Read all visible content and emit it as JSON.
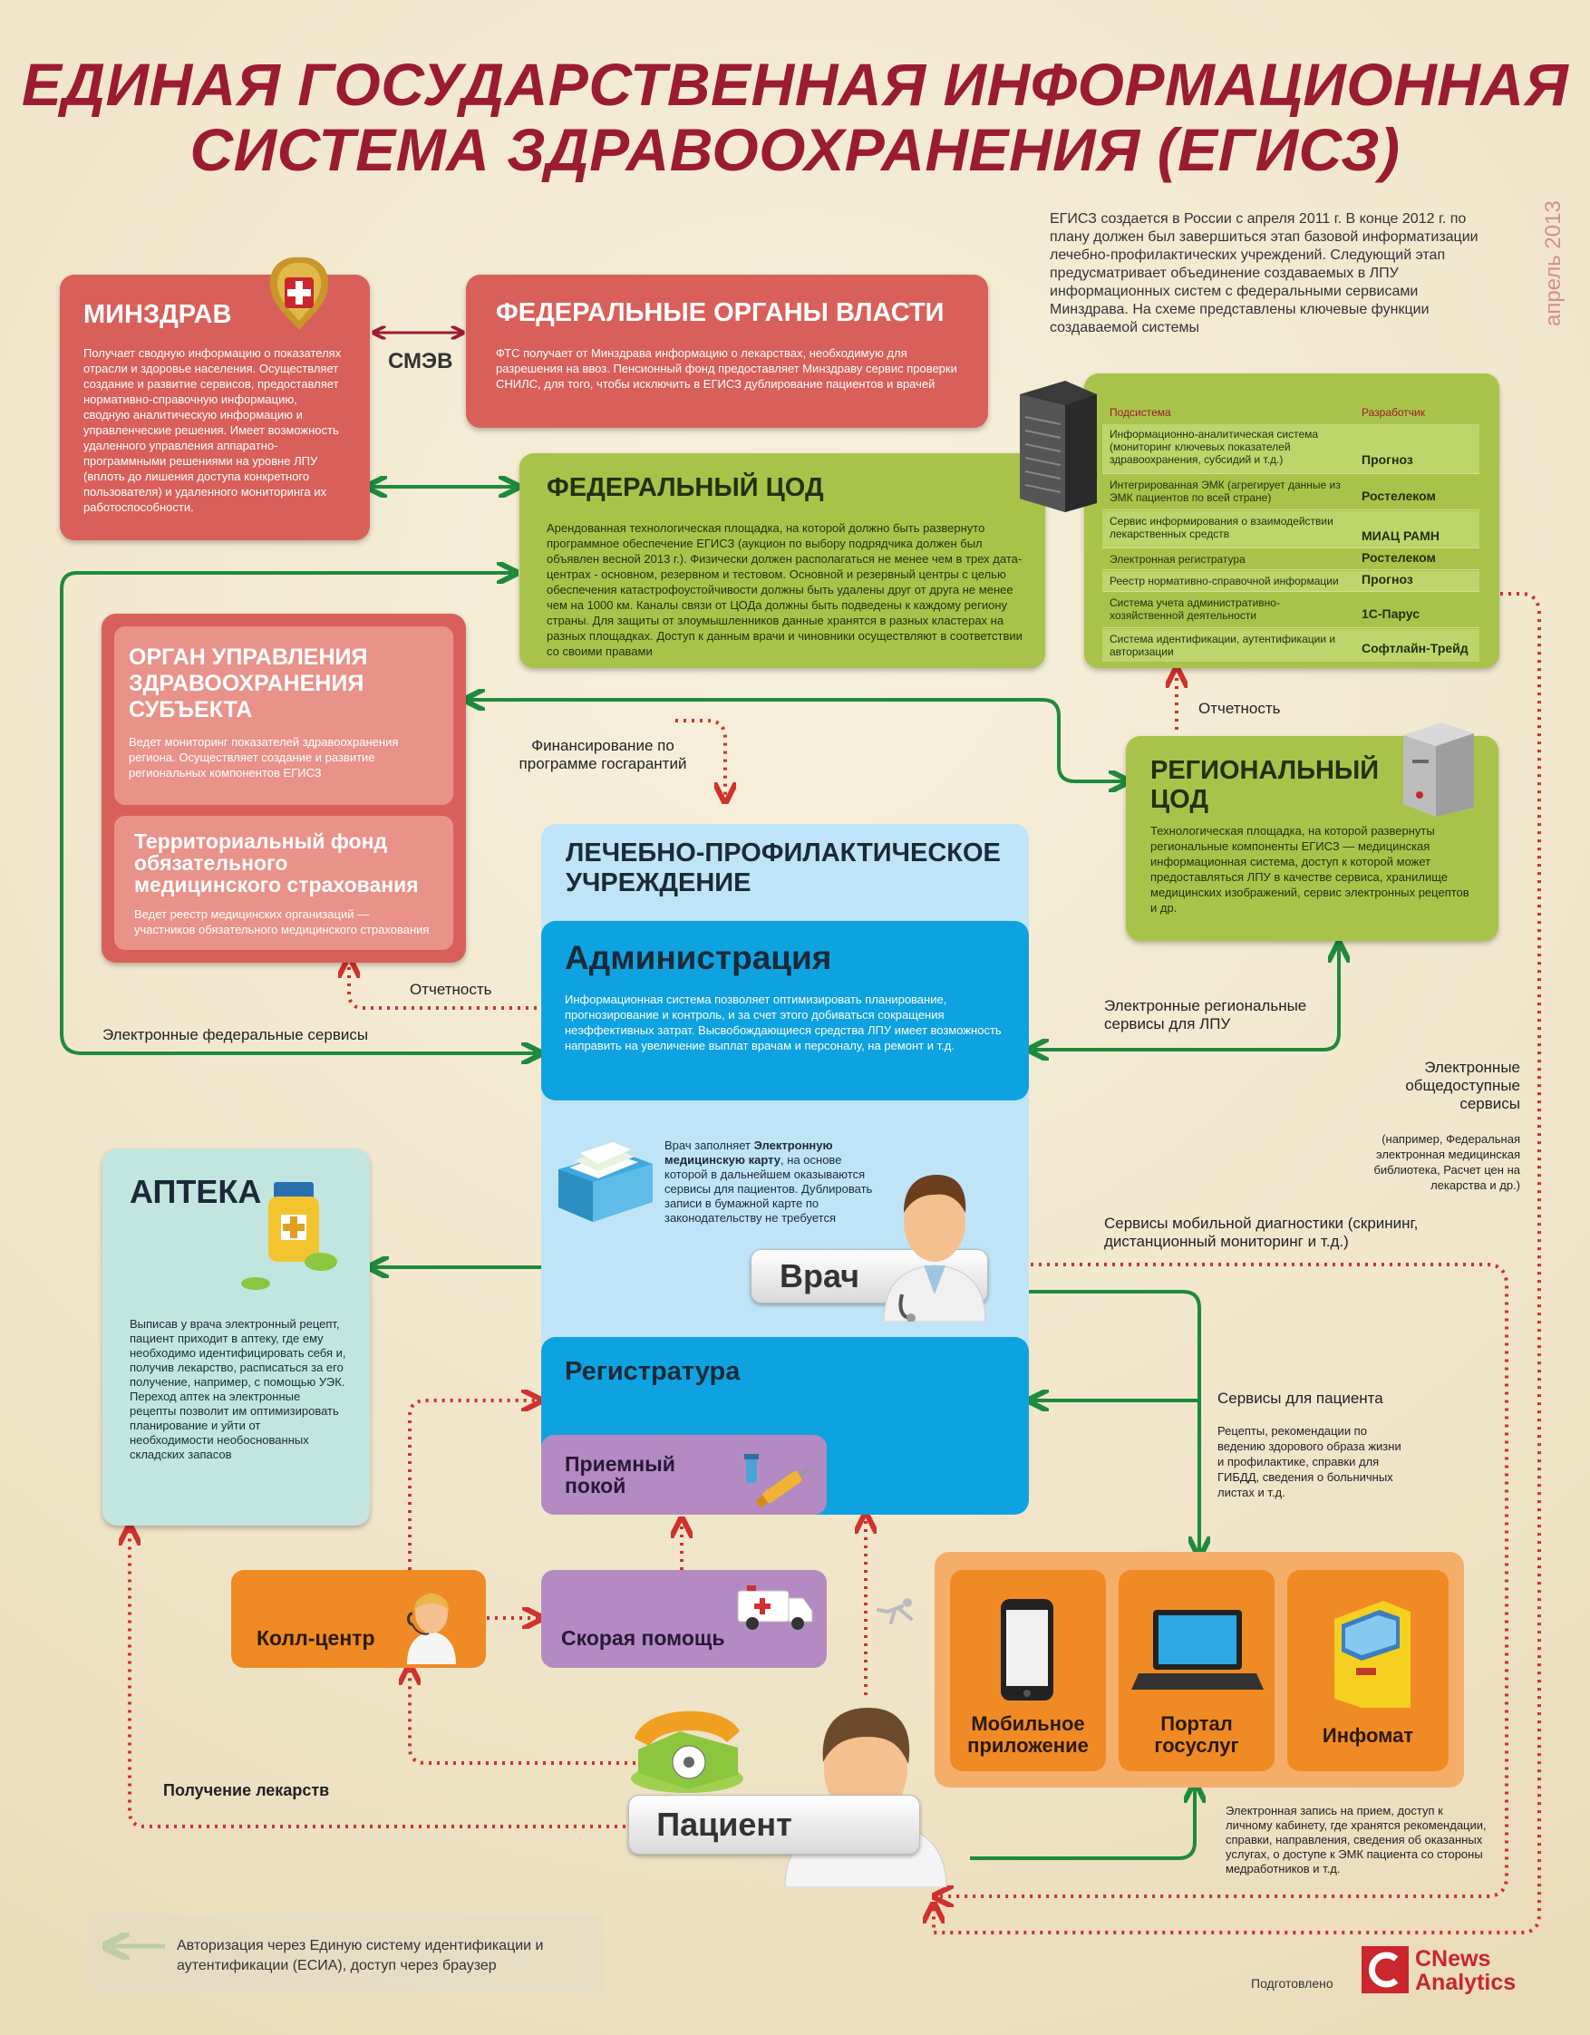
{
  "title": {
    "line1": "ЕДИНАЯ ГОСУДАРСТВЕННАЯ ИНФОРМАЦИОННАЯ",
    "line2": "СИСТЕМА ЗДРАВООХРАНЕНИЯ (ЕГИСЗ)"
  },
  "date": "апрель 2013",
  "intro": "ЕГИСЗ создается в России с апреля 2011 г. В конце 2012 г. по плану должен был завершиться этап базовой информатизации лечебно-профилактических учреждений. Следующий этап предусматривает объединение создаваемых в ЛПУ информационных систем с федеральными сервисами Минздрава. На схеме представлены ключевые функции создаваемой системы",
  "minzdrav": {
    "title": "МИНЗДРАВ",
    "text": "Получает сводную информацию о показателях отрасли и здоровье населения. Осуществляет создание и развитие сервисов, предоставляет нормативно-справочную информацию, сводную аналитическую информацию и управленческие решения. Имеет возможность удаленного управления аппаратно-программными решениями на уровне ЛПУ (вплоть до лишения доступа конкретного пользователя) и удаленного мониторинга их работоспособности."
  },
  "smev": "СМЭВ",
  "federal_authorities": {
    "title": "ФЕДЕРАЛЬНЫЕ ОРГАНЫ ВЛАСТИ",
    "text": "ФТС получает от Минздрава информацию о лекарствах, необходимую для разрешения на ввоз. Пенсионный фонд предоставляет Минздраву сервис проверки СНИЛС, для того, чтобы исключить в ЕГИСЗ дублирование пациентов и врачей"
  },
  "federal_cod": {
    "title": "ФЕДЕРАЛЬНЫЙ ЦОД",
    "text": "Арендованная технологическая площадка, на которой должно быть развернуто программное обеспечение ЕГИСЗ (аукцион по выбору подрядчика должен был объявлен весной 2013 г.). Физически должен располагаться не менее чем в трех дата-центрах - основном, резервном и тестовом. Основной и резервный центры с целью обеспечения катастрофоустойчивости должны быть удалены друг от друга не менее чем на 1000 км. Каналы связи от ЦОДа должны быть подведены к каждому региону страны. Для защиты от злоумышленников данные хранятся в разных кластерах на разных площадках. Доступ к данным врачи и чиновники осуществляют в соответствии со своими правами"
  },
  "subsystems": {
    "col1": "Подсистема",
    "col2": "Разработчик",
    "rows": [
      {
        "name": "Информационно-аналитическая система (мониторинг ключевых показателей здравоохранения, субсидий и т.д.)",
        "dev": "Прогноз"
      },
      {
        "name": "Интегрированная ЭМК (агрегирует данные из ЭМК пациентов по всей стране)",
        "dev": "Ростелеком"
      },
      {
        "name": "Сервис информирования о взаимодействии лекарственных средств",
        "dev": "МИАЦ РАМН"
      },
      {
        "name": "Электронная регистратура",
        "dev": "Ростелеком"
      },
      {
        "name": "Реестр нормативно-справочной информации",
        "dev": "Прогноз"
      },
      {
        "name": "Система учета административно-хозяйственной деятельности",
        "dev": "1С-Парус"
      },
      {
        "name": "Система идентификации, аутентификации и авторизации",
        "dev": "Софтлайн-Трейд"
      }
    ]
  },
  "organ": {
    "title": "ОРГАН УПРАВЛЕНИЯ ЗДРАВООХРАНЕНИЯ СУБЪЕКТА",
    "text": "Ведет мониторинг показателей здравоохранения региона. Осуществляет создание и развитие региональных компонентов ЕГИСЗ"
  },
  "fund": {
    "title": "Территориальный фонд обязательного медицинского страхования",
    "text": "Ведет реестр медицинских организаций — участников обязательного медицинского страхования"
  },
  "regional_cod": {
    "title": "РЕГИОНАЛЬНЫЙ ЦОД",
    "text": "Технологическая площадка, на которой развернуты региональные компоненты ЕГИСЗ — медицинская информационная система, доступ к которой может предоставляться ЛПУ в качестве сервиса, хранилище медицинских изображений, сервис электронных рецептов и др."
  },
  "lpu": {
    "title": "ЛЕЧЕБНО-ПРОФИЛАКТИЧЕСКОЕ УЧРЕЖДЕНИЕ",
    "admin_title": "Администрация",
    "admin_text": "Информационная система позволяет оптимизировать планирование, прогнозирование и контроль, и за счет этого добиваться сокращения неэффективных затрат. Высвобождающиеся средства ЛПУ имеет возможность направить на увеличение выплат врачам и персоналу, на ремонт и т.д.",
    "doctor_note_1": "Врач заполняет ",
    "doctor_note_bold": "Электронную медицинскую карту",
    "doctor_note_2": ", на основе которой в дальнейшем оказываются сервисы для пациентов. Дублировать записи в бумажной карте по законодательству не требуется",
    "doctor": "Врач",
    "registry": "Регистратура",
    "reception": "Приемный покой"
  },
  "pharmacy": {
    "title": "АПТЕКА",
    "text": "Выписав у врача электронный рецепт, пациент приходит в аптеку, где ему необходимо идентифицировать себя и, получив лекарство, расписаться за его получение, например, с помощью УЭК. Переход аптек на электронные рецепты позволит им оптимизировать планирование и уйти от необходимости необоснованных складских запасов"
  },
  "call_center": "Колл-центр",
  "ambulance": "Скорая помощь",
  "patient": "Пациент",
  "channels": {
    "mobile": "Мобильное приложение",
    "portal": "Портал госуслуг",
    "infomat": "Инфомат"
  },
  "labels": {
    "reporting_top": "Отчетность",
    "financing": "Финансирование по программе госгарантий",
    "reporting_left": "Отчетность",
    "federal_services": "Электронные федеральные сервисы",
    "regional_services": "Электронные региональные сервисы для ЛПУ",
    "public_services_title": "Электронные общедоступные сервисы",
    "public_services_note": "(например, Федеральная электронная медицинская библиотека, Расчет цен на лекарства и др.)",
    "mobile_diag": "Сервисы мобильной диагностики (скрининг, дистанционный мониторинг и т.д.)",
    "patient_services_title": "Сервисы для пациента",
    "patient_services_text": "Рецепты, рекомендации по ведению здорового образа жизни и профилактике, справки для ГИБДД, сведения о больничных листах и т.д.",
    "drugs": "Получение лекарств",
    "e_record": "Электронная запись на прием, доступ к личному кабинету, где хранятся рекомендации, справки, направления, сведения об оказанных услугах, о доступе к ЭМК пациента со стороны медработников и т.д."
  },
  "legend": "Авторизация через Единую систему идентификации и аутентификации (ЕСИА), доступ через браузер",
  "prepared": "Подготовлено",
  "brand": {
    "line1": "CNews",
    "line2": "Analytics"
  },
  "colors": {
    "title": "#9b1b30",
    "green_arrow": "#1e8a3c",
    "red_dotted": "#d0312d",
    "red_box": "#d9605a",
    "green_box": "#a9c34a",
    "blue_box": "#0ea2e0",
    "orange_box": "#f08a24"
  }
}
